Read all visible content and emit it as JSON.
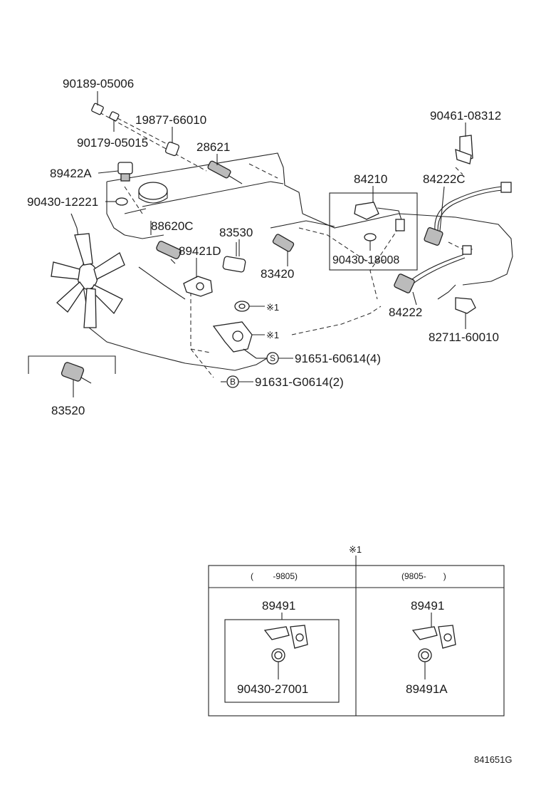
{
  "parts": {
    "p90189": "90189-05006",
    "p90179": "90179-05015",
    "p19877": "19877-66010",
    "p28621": "28621",
    "p89422A": "89422A",
    "p90430_12221": "90430-12221",
    "p88620C": "88620C",
    "p83530": "83530",
    "p89421D": "89421D",
    "p83420": "83420",
    "p84210": "84210",
    "p90430_18008": "90430-18008",
    "p90461": "90461-08312",
    "p84222C": "84222C",
    "p84222": "84222",
    "p82711": "82711-60010",
    "p91651": "91651-60614(4)",
    "p91631": "91631-G0614(2)",
    "p83520": "83520"
  },
  "symbols": {
    "ref1": "※1",
    "bolt_s": "S",
    "bolt_b": "B"
  },
  "table": {
    "title": "※1",
    "col_left_header": "(　　 -9805)",
    "col_right_header": "(9805-　　)",
    "left_part_top": "89491",
    "left_part_bottom": "90430-27001",
    "right_part_top": "89491",
    "right_part_bottom": "89491A"
  },
  "figure_code": "841651G"
}
